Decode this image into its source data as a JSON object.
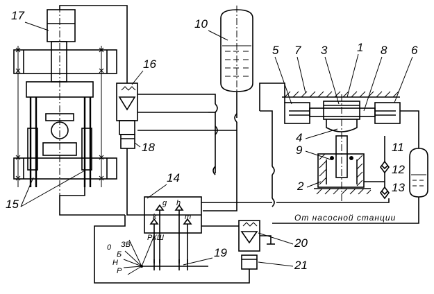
{
  "part_labels": {
    "p1": "1",
    "p2": "2",
    "p3": "3",
    "p4": "4",
    "p5": "5",
    "p6": "6",
    "p7": "7",
    "p8": "8",
    "p9": "9",
    "p10": "10",
    "p11": "11",
    "p12": "12",
    "p13": "13",
    "p14": "14",
    "p15": "15",
    "p16": "16",
    "p17": "17",
    "p18": "18",
    "p19": "19",
    "p20": "20",
    "p21": "21"
  },
  "valve_ports": {
    "g": "g",
    "h": "h",
    "k": "k",
    "m": "m"
  },
  "selector_positions": {
    "zv": "ЗВ",
    "rksh": "РКШ",
    "b": "Б",
    "n": "Н",
    "r": "Р",
    "zero": "0"
  },
  "pump_note": "От насосной станции"
}
